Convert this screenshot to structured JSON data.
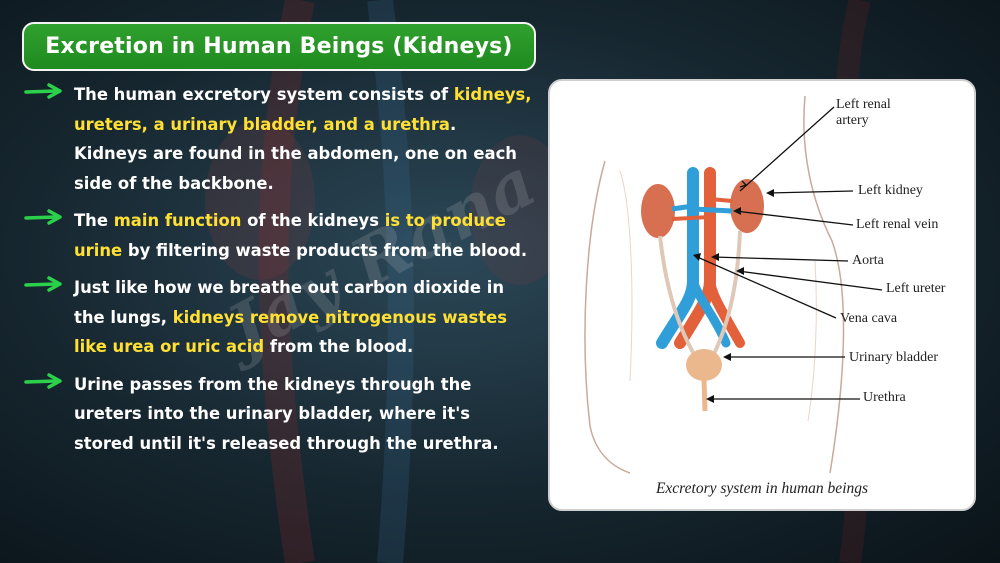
{
  "title": "Excretion in Human Beings (Kidneys)",
  "points": [
    {
      "segments": [
        {
          "text": "The human excretory system consists of ",
          "hl": false
        },
        {
          "text": "kidneys, ureters, a urinary bladder, and a urethra",
          "hl": true
        },
        {
          "text": ". Kidneys are found in the abdomen, one on each side of the backbone.",
          "hl": false
        }
      ]
    },
    {
      "segments": [
        {
          "text": "The ",
          "hl": false
        },
        {
          "text": "main function",
          "hl": true
        },
        {
          "text": " of the kidneys ",
          "hl": false
        },
        {
          "text": "is to produce urine",
          "hl": true
        },
        {
          "text": " by filtering waste products from the blood.",
          "hl": false
        }
      ]
    },
    {
      "segments": [
        {
          "text": "Just like how we breathe out carbon dioxide in the lungs, ",
          "hl": false
        },
        {
          "text": "kidneys remove nitrogenous wastes like urea or uric acid",
          "hl": true
        },
        {
          "text": " from the blood.",
          "hl": false
        }
      ]
    },
    {
      "segments": [
        {
          "text": "Urine passes from the kidneys through the ureters into the urinary bladder, where it's stored until it's released through the urethra.",
          "hl": false
        }
      ]
    }
  ],
  "diagram": {
    "labels": {
      "left_renal_artery": "Left renal\nartery",
      "left_kidney": "Left kidney",
      "left_renal_vein": "Left renal vein",
      "aorta": "Aorta",
      "left_ureter": "Left ureter",
      "vena_cava": "Vena cava",
      "urinary_bladder": "Urinary bladder",
      "urethra": "Urethra"
    },
    "caption": "Excretory system in human beings"
  },
  "watermark": "Jay Rana",
  "colors": {
    "title_bg": "#2a9a2a",
    "highlight": "#ffe033",
    "arrow": "#2bd14a",
    "text": "#ffffff"
  }
}
